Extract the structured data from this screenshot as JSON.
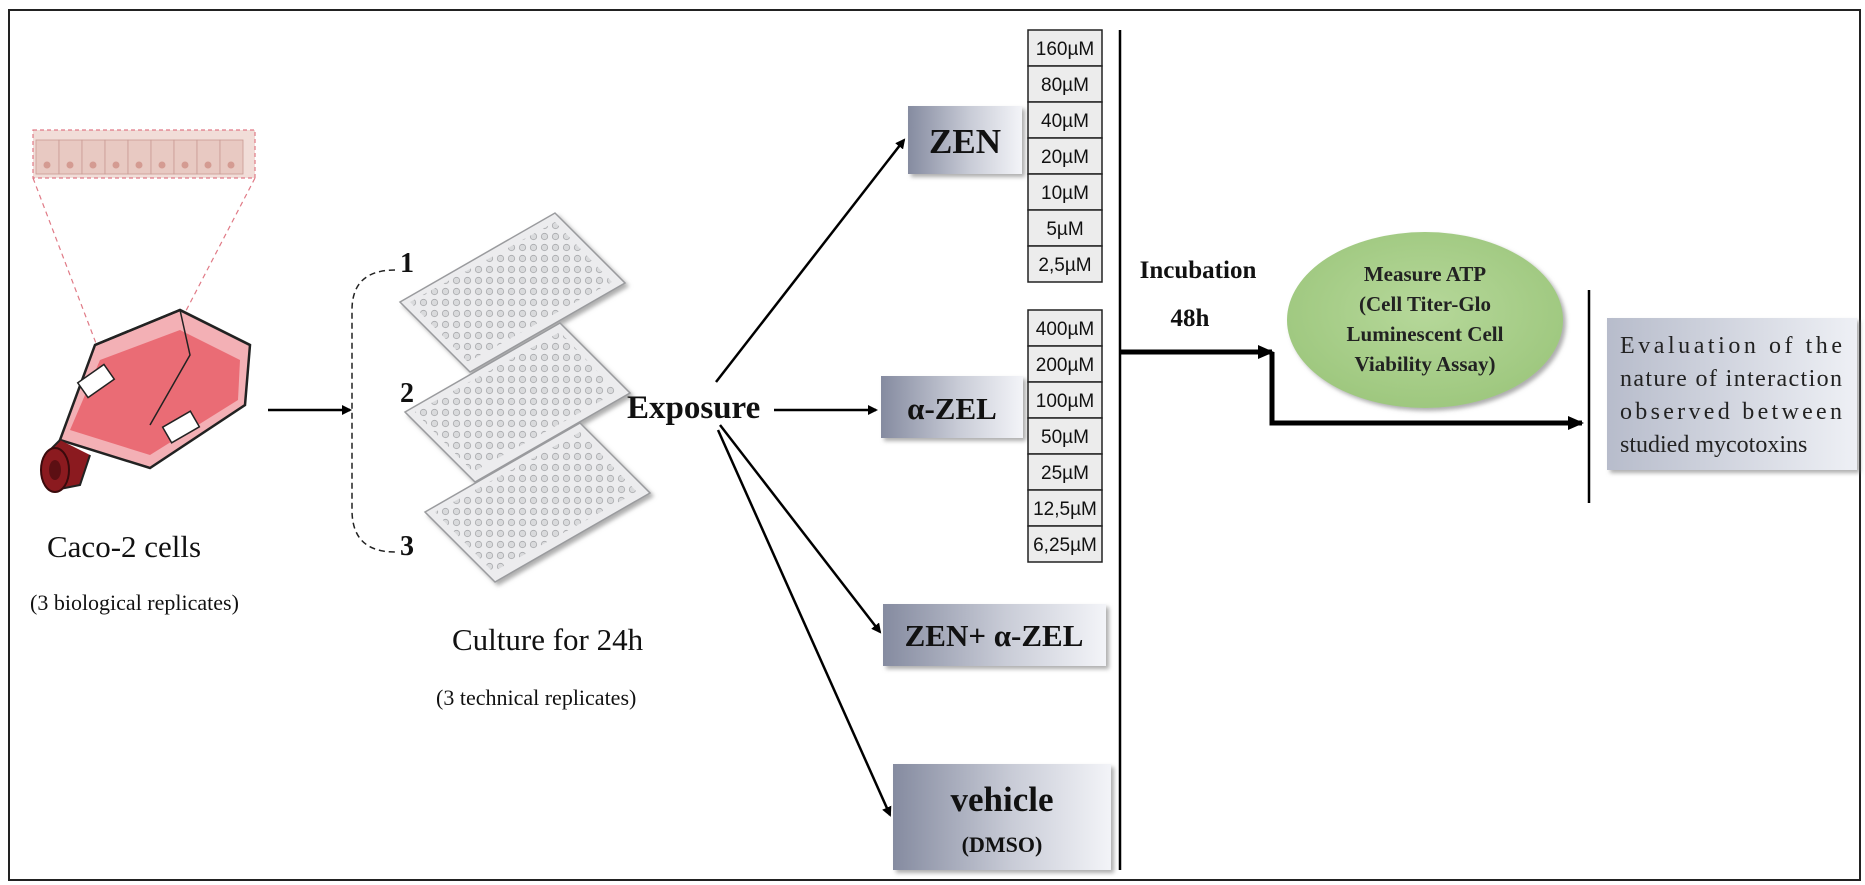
{
  "caco2": {
    "title": "Caco-2 cells",
    "subtitle": "(3 biological replicates)"
  },
  "replicates": {
    "labels": [
      "1",
      "2",
      "3"
    ]
  },
  "culture": {
    "title": "Culture for 24h",
    "subtitle": "(3 technical replicates)"
  },
  "exposure": {
    "label": "Exposure"
  },
  "treatments": {
    "zen": "ZEN",
    "azel": "α-ZEL",
    "combo": "ZEN+ α-ZEL",
    "vehicle": "vehicle",
    "vehicle_sub": "(DMSO)"
  },
  "zen_concentrations": [
    "160µM",
    "80µM",
    "40µM",
    "20µM",
    "10µM",
    "5µM",
    "2,5µM"
  ],
  "azel_concentrations": [
    "400µM",
    "200µM",
    "100µM",
    "50µM",
    "25µM",
    "12,5µM",
    "6,25µM"
  ],
  "incubation": {
    "line1": "Incubation",
    "line2": "48h"
  },
  "measure": {
    "line1": "Measure ATP",
    "line2": "(Cell Titer-Glo",
    "line3": "Luminescent Cell",
    "line4": "Viability Assay)",
    "color": "#a9cf8a"
  },
  "evaluation": {
    "line1": "Evaluation of the",
    "line2": "nature of interaction",
    "line3": "observed between",
    "line4": "studied mycotoxins"
  },
  "colors": {
    "flask_medium": "#e8606a",
    "cap": "#8b1a1f",
    "box_gradient_dark": "#8d93a8",
    "box_gradient_light": "#f2f3f7"
  }
}
